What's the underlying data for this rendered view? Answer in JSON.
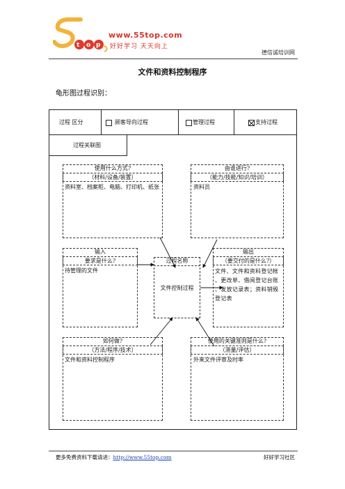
{
  "header": {
    "logo_url": "www.55top.com",
    "logo_slogan": "好好学习 天天向上",
    "right_text": "德信诚培训网"
  },
  "doc": {
    "title": "文件和资料控制程序",
    "subtitle": "龟形图过程识别："
  },
  "process": {
    "label": "过程 区分",
    "options": [
      {
        "label": "顾客导向过程",
        "checked": false
      },
      {
        "label": "管理过程",
        "checked": false
      },
      {
        "label": "支持过程",
        "checked": true
      }
    ],
    "diagram_label": "过程关联图"
  },
  "turtle": {
    "with_what": {
      "title": "使用什么方式?",
      "sub": "（材料/设备/装置）",
      "content": "资料室、档案柜、电脑、打印机、纸张"
    },
    "by_whom": {
      "title": "由谁进行?",
      "sub": "（能力/技能/知识/培训）",
      "content": "资料员"
    },
    "input": {
      "title": "输入",
      "sub": "要求是什么?",
      "content": "待管理的文件"
    },
    "process": {
      "title": "过程名称",
      "content": "文件控制过程"
    },
    "output": {
      "title": "输出",
      "sub": "（要交付的是什么?）",
      "content": "文件、文件和资料登记帐 、更改单、借阅登记台账 、发放记录表；资料销毁登记表"
    },
    "how": {
      "title": "如何做?",
      "sub": "（方法/程序/技术）",
      "content": "文件和资料控制程序"
    },
    "criteria": {
      "title": "使用的关键准则是什么?",
      "sub": "（测量/评估）",
      "content": "外来文件评审及时率"
    }
  },
  "footer": {
    "left_prefix": "更多免费资料下载请进：",
    "left_link": "http://www.55top.com",
    "right": "好好学习社区"
  }
}
